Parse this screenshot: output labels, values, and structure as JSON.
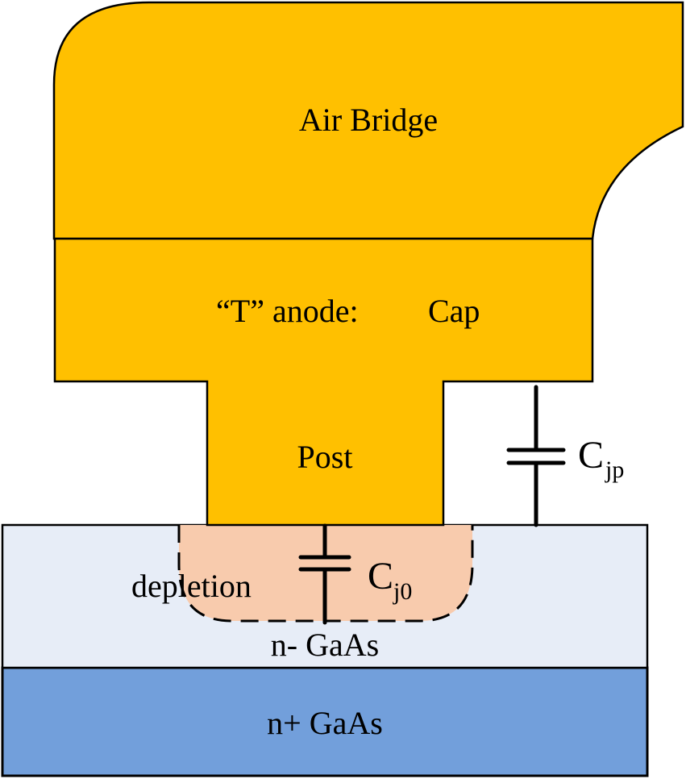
{
  "labels": {
    "air_bridge": "Air Bridge",
    "t_anode": "“T” anode:",
    "cap": "Cap",
    "post": "Post",
    "depletion": "depletion",
    "cj0_main": "C",
    "cj0_sub": "j0",
    "cjp_main": "C",
    "cjp_sub": "jp",
    "n_minus": "n- GaAs",
    "n_plus": "n+ GaAs"
  },
  "colors": {
    "metal": "#FFC000",
    "depletion": "#F8CBAD",
    "n_minus": "#E7EDF7",
    "n_plus": "#729FDB",
    "outline": "#000000"
  }
}
